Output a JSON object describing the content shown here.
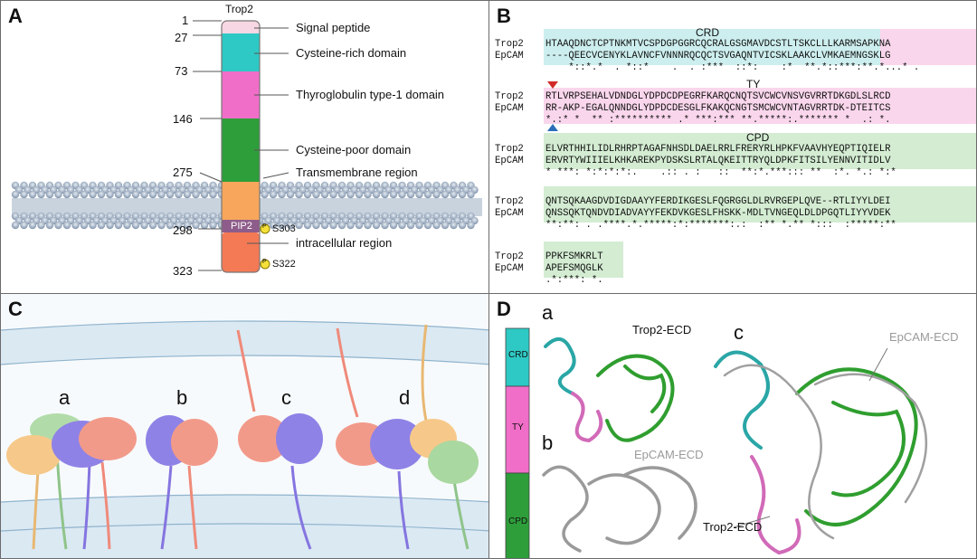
{
  "panel_a": {
    "label": "A",
    "protein": "Trop2",
    "positions": [
      "1",
      "27",
      "73",
      "146",
      "275",
      "298",
      "323"
    ],
    "domains": [
      "Signal peptide",
      "Cysteine-rich domain",
      "Thyroglobulin type-1 domain",
      "Cysteine-poor domain",
      "Transmembrane region",
      "intracellular region"
    ],
    "pip2": "PIP2",
    "phospho_symbol": "P",
    "sites": [
      "S303",
      "S322"
    ],
    "colors": {
      "signal": "#f7d7e3",
      "crd": "#2ec9c4",
      "ty": "#f06ec8",
      "cpd": "#2e9e3a",
      "tm": "#f7a65c",
      "pip2": "#8e5c8a",
      "intra": "#f47a56"
    }
  },
  "panel_b": {
    "label": "B",
    "names": [
      "Trop2",
      "EpCAM"
    ],
    "region_labels": [
      "CRD",
      "TY",
      "CPD"
    ],
    "blocks": [
      {
        "trop2": "HTAAQDNCTCPTNKMTVCSPDGPGGRCQCRALGSGMAVDCSTLTSKCLLLKARMSAPKNA",
        "epcam": "----QEECVCENYKLAVNCFVNNNRQCQCTSVGAQNTVICSKLAAKCLVMKAEMNGSKLG",
        "cons": "    *::*.*  . *::*    .  . :***  ::*:    :*  **.*::***:**.*...* ."
      },
      {
        "trop2": "RTLVRPSEHALVDNDGLYDPDCDPEGRFKARQCNQTSVCWCVNSVGVRRTDKGDLSLRCD",
        "epcam": "RR-AKP-EGALQNNDGLYDPDCDESGLFKAKQCNGTSMCWCVNTAGVRRTDK-DTEITCS",
        "cons": "*.:* *  ** :********** .* ***:*** **.*****:.******* *  .: *."
      },
      {
        "trop2": "ELVRTHHILIDLRHRPTAGAFNHSDLDAELRRLFRERYRLHPKFVAAVHYEQPTIQIELR",
        "epcam": "ERVRTYWIIIELKHKAREKPYDSKSLRTALQKEITTRYQLDPKFITSILYENNVITIDLV",
        "cons": "* ***: *:*:*:*:.    .:: . :   ::  **:*.***::: **  :*. *.: *:*"
      },
      {
        "trop2": "QNTSQKAAGDVDIGDAAYYFERDIKGESLFQGRGGLDLRVRGEPLQVE--RTLIYYLDEI",
        "epcam": "QNSSQKTQNDVDIADVAYYFEKDVKGESLFHSKK-MDLTVNGEQLDLDPGQTLIYYVDEK",
        "cons": "**:**: . .****.*.*****:*:*******:.:  :** *.** *:::  :*****:**"
      },
      {
        "trop2": "PPKFSMKRLT",
        "epcam": "APEFSMQGLK",
        "cons": ".*:***: *."
      }
    ],
    "colors": {
      "crd": "#cdeeee",
      "ty": "#f9d6ec",
      "cpd": "#d3ecd2",
      "red": "#d12a2a",
      "blue": "#2c6fb8"
    }
  },
  "panel_c": {
    "label": "C",
    "complexes": [
      "a",
      "b",
      "c",
      "d"
    ]
  },
  "panel_d": {
    "label": "D",
    "bar": [
      "CRD",
      "TY",
      "CPD"
    ],
    "sub_a": "a",
    "sub_b": "b",
    "sub_c": "c",
    "trop2_ecd": "Trop2-ECD",
    "epcam_ecd": "EpCAM-ECD"
  }
}
